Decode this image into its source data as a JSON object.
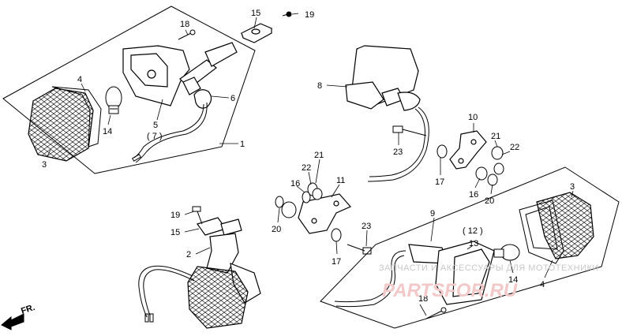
{
  "callouts": {
    "c1": "1",
    "c2": "2",
    "c3a": "3",
    "c3b": "3",
    "c4a": "4",
    "c4b": "4",
    "c5": "5",
    "c7": "( 7 )",
    "c6": "6",
    "c8": "8",
    "c9": "9",
    "c10": "10",
    "c11": "11",
    "c12": "( 12 )",
    "c13": "13",
    "c14a": "14",
    "c14b": "14",
    "c15a": "15",
    "c15b": "15",
    "c16a": "16",
    "c16b": "16",
    "c17a": "17",
    "c17b": "17",
    "c18a": "18",
    "c18b": "18",
    "c19a": "19",
    "c19b": "19",
    "c20a": "20",
    "c20b": "20",
    "c21a": "21",
    "c21b": "21",
    "c22a": "22",
    "c22b": "22",
    "c23a": "23",
    "c23b": "23"
  },
  "direction_label": "FR.",
  "watermark": {
    "line1": "ЗАПЧАСТИ И АКСЕССУАРЫ ДЛЯ МОТОТЕХНИКИ",
    "line2": "PARTSFOR.RU"
  },
  "colors": {
    "ink": "#000000",
    "watermark_gray": "#c8c8c8",
    "watermark_red": "#f2c8c8"
  }
}
